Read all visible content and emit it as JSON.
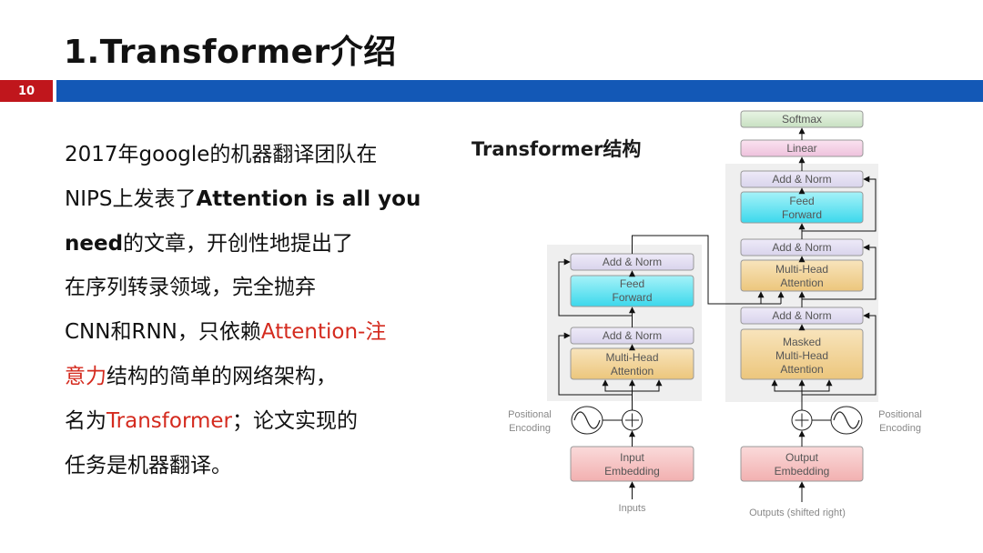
{
  "slide": {
    "title": "1.Transformer介绍",
    "page_number": "10"
  },
  "body": {
    "lines": [
      [
        {
          "t": "2017年google的机器翻译团队在",
          "style": "normal"
        }
      ],
      [
        {
          "t": "NIPS上发表了",
          "style": "normal"
        },
        {
          "t": "Attention is all you",
          "style": "bold"
        }
      ],
      [
        {
          "t": "need",
          "style": "bold"
        },
        {
          "t": "的文章，开创性地提出了",
          "style": "normal"
        }
      ],
      [
        {
          "t": "在序列转录领域，完全抛弃",
          "style": "normal"
        }
      ],
      [
        {
          "t": "CNN和RNN，只依赖",
          "style": "normal"
        },
        {
          "t": "Attention-注",
          "style": "red"
        }
      ],
      [
        {
          "t": "意力",
          "style": "red"
        },
        {
          "t": "结构的简单的网络架构，",
          "style": "normal"
        }
      ],
      [
        {
          "t": "名为",
          "style": "normal"
        },
        {
          "t": "Transformer",
          "style": "red"
        },
        {
          "t": "；论文实现的",
          "style": "normal"
        }
      ],
      [
        {
          "t": "任务是机器翻译。",
          "style": "normal"
        }
      ]
    ]
  },
  "diagram": {
    "title": "Transformer结构",
    "encoder": {
      "add_norm_1": "Add & Norm",
      "feed_forward": [
        "Feed",
        "Forward"
      ],
      "add_norm_2": "Add & Norm",
      "multi_head": [
        "Multi-Head",
        "Attention"
      ],
      "pos_label": [
        "Positional",
        "Encoding"
      ],
      "embedding": [
        "Input",
        "Embedding"
      ],
      "input_label": "Inputs"
    },
    "decoder": {
      "softmax": "Softmax",
      "linear": "Linear",
      "add_norm_top": "Add & Norm",
      "feed_forward": [
        "Feed",
        "Forward"
      ],
      "add_norm_mid": "Add & Norm",
      "multi_head": [
        "Multi-Head",
        "Attention"
      ],
      "add_norm_bottom": "Add & Norm",
      "masked": [
        "Masked",
        "Multi-Head",
        "Attention"
      ],
      "pos_label": [
        "Positional",
        "Encoding"
      ],
      "embedding": [
        "Output",
        "Embedding"
      ],
      "output_label": "Outputs (shifted right)"
    },
    "colors": {
      "add_norm": "#e4e0f0",
      "feed_forward": "#4fe0f0",
      "attention": "#f0d49a",
      "embedding": "#f8c4c4",
      "linear": "#f4d0e6",
      "softmax": "#d4e8d0",
      "block_bg": "#f0f0f0"
    }
  }
}
